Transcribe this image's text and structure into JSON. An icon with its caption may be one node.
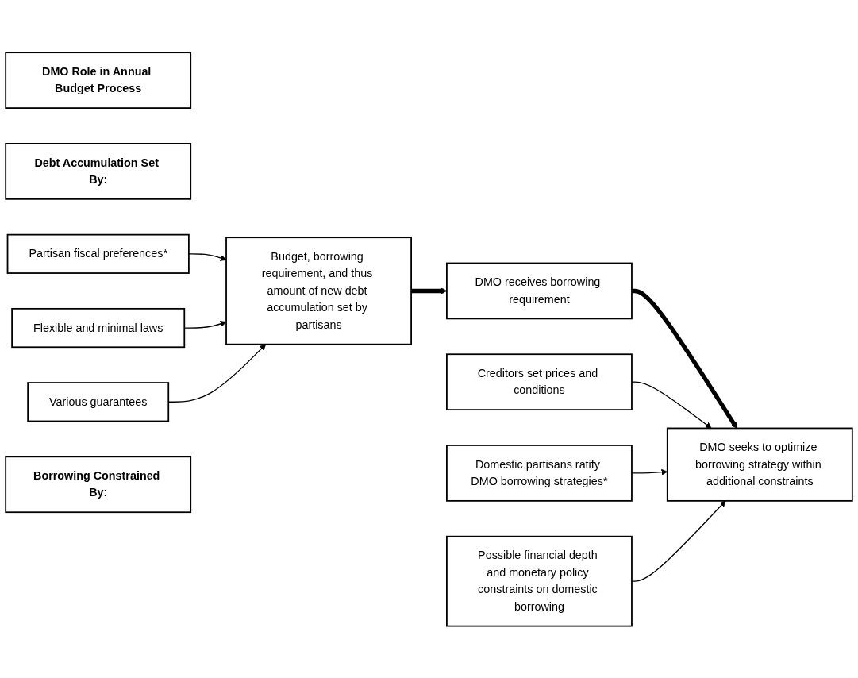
{
  "diagram": {
    "nodes": [
      {
        "text": [
          "DMO Role in Annual Budget Process"
        ]
      },
      {
        "text": [
          "Budget, borrowing requirement, and thus amount of new debt accumulation set by partisans"
        ]
      },
      {
        "text": [
          "DMO receives borrowing requirement"
        ]
      },
      {
        "text": [
          "DMO seeks to optimize borrowing strategy within additional constraints"
        ]
      },
      {
        "text": [
          "Debt Accumulation Set By:"
        ]
      },
      {
        "text": [
          "Partisan fiscal preferences*"
        ]
      },
      {
        "text": [
          "Flexible and minimal laws"
        ]
      },
      {
        "text": [
          "Various guarantees"
        ]
      },
      {
        "text": [
          "Borrowing Constrained By:"
        ]
      },
      {
        "text": [
          "Creditors set prices and conditions"
        ]
      },
      {
        "text": [
          "Domestic partisans ratify DMO borrowing strategies*"
        ]
      },
      {
        "text": [
          "Possible financial depth and monetary policy constraints on domestic borrowing"
        ]
      }
    ],
    "edges": [
      {
        "from": 1,
        "to": 2,
        "arrow": "to",
        "style": "thick"
      },
      {
        "from": 2,
        "to": 3,
        "arrow": "to",
        "style": "thick"
      },
      {
        "from": 5,
        "to": 1,
        "arrow": "to"
      },
      {
        "from": 6,
        "to": 1,
        "arrow": "to"
      },
      {
        "from": 7,
        "to": 1,
        "arrow": "to"
      },
      {
        "from": 9,
        "to": 3,
        "arrow": "to"
      },
      {
        "from": 10,
        "to": 3,
        "arrow": "to"
      },
      {
        "from": 11,
        "to": 3,
        "arrow": "to"
      }
    ]
  }
}
